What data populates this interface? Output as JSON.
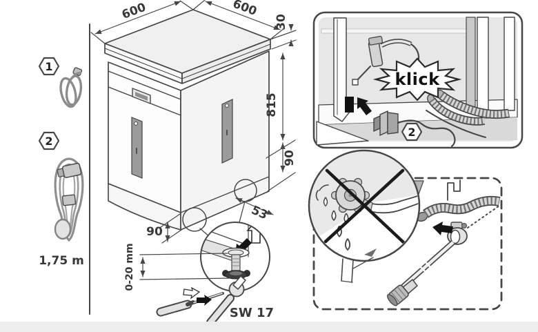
{
  "colors": {
    "line": "#464646",
    "text": "#383838",
    "accent_dark": "#141414",
    "panel_gray": "#e7e7e7",
    "metal_gray": "#9b9b9b",
    "footer_strip": "#ededed"
  },
  "parts": {
    "item1_badge": "1",
    "item2_badge": "2",
    "cord_length": "1,75 m"
  },
  "dishwasher": {
    "width_left": "600",
    "width_right": "600",
    "worktop_height": "30",
    "height": "815",
    "base_right": "90",
    "base_depth": "53",
    "base_left": "90",
    "foot_range": "0-20 mm",
    "wrench_size": "SW 17"
  },
  "klick": {
    "label": "klick",
    "badge": "2"
  }
}
